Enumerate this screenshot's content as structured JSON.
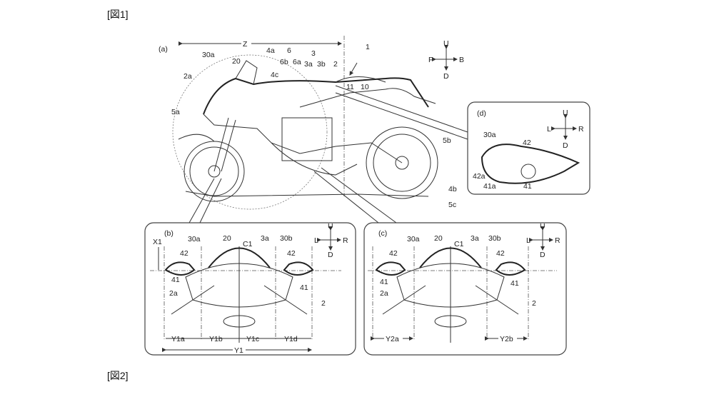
{
  "figure_labels": {
    "fig1": "[図1]",
    "fig2": "[図2]"
  },
  "panel_a": {
    "tag": "(a)",
    "z": "Z",
    "ref_1": "1",
    "ref_30a": "30a",
    "ref_20": "20",
    "ref_4a": "4a",
    "ref_6": "6",
    "ref_3": "3",
    "ref_6b": "6b",
    "ref_6a": "6a",
    "ref_3a": "3a",
    "ref_3b": "3b",
    "ref_2": "2",
    "ref_4c": "4c",
    "ref_2a": "2a",
    "ref_11": "11",
    "ref_10": "10",
    "ref_5a": "5a",
    "ref_5b": "5b",
    "ref_4b": "4b",
    "ref_5c": "5c",
    "dir": {
      "u": "U",
      "d": "D",
      "f": "F",
      "b": "B"
    }
  },
  "panel_d": {
    "tag": "(d)",
    "ref_30a": "30a",
    "ref_42": "42",
    "ref_42a": "42a",
    "ref_41a": "41a",
    "ref_41": "41",
    "dir": {
      "u": "U",
      "d": "D",
      "l": "L",
      "r": "R"
    }
  },
  "panel_b": {
    "tag": "(b)",
    "x1": "X1",
    "ref_30a": "30a",
    "ref_20": "20",
    "ref_c1": "C1",
    "ref_3a": "3a",
    "ref_30b": "30b",
    "ref_42l": "42",
    "ref_42r": "42",
    "ref_41l": "41",
    "ref_41r": "41",
    "ref_2a": "2a",
    "ref_2": "2",
    "y1a": "Y1a",
    "y1b": "Y1b",
    "y1c": "Y1c",
    "y1d": "Y1d",
    "y1": "Y1",
    "dir": {
      "u": "U",
      "d": "D",
      "l": "L",
      "r": "R"
    }
  },
  "panel_c": {
    "tag": "(c)",
    "ref_30a": "30a",
    "ref_20": "20",
    "ref_c1": "C1",
    "ref_3a": "3a",
    "ref_30b": "30b",
    "ref_42l": "42",
    "ref_42r": "42",
    "ref_41l": "41",
    "ref_41r": "41",
    "ref_2a": "2a",
    "ref_2": "2",
    "y2a": "Y2a",
    "y2b": "Y2b",
    "dir": {
      "u": "U",
      "d": "D",
      "l": "L",
      "r": "R"
    }
  }
}
